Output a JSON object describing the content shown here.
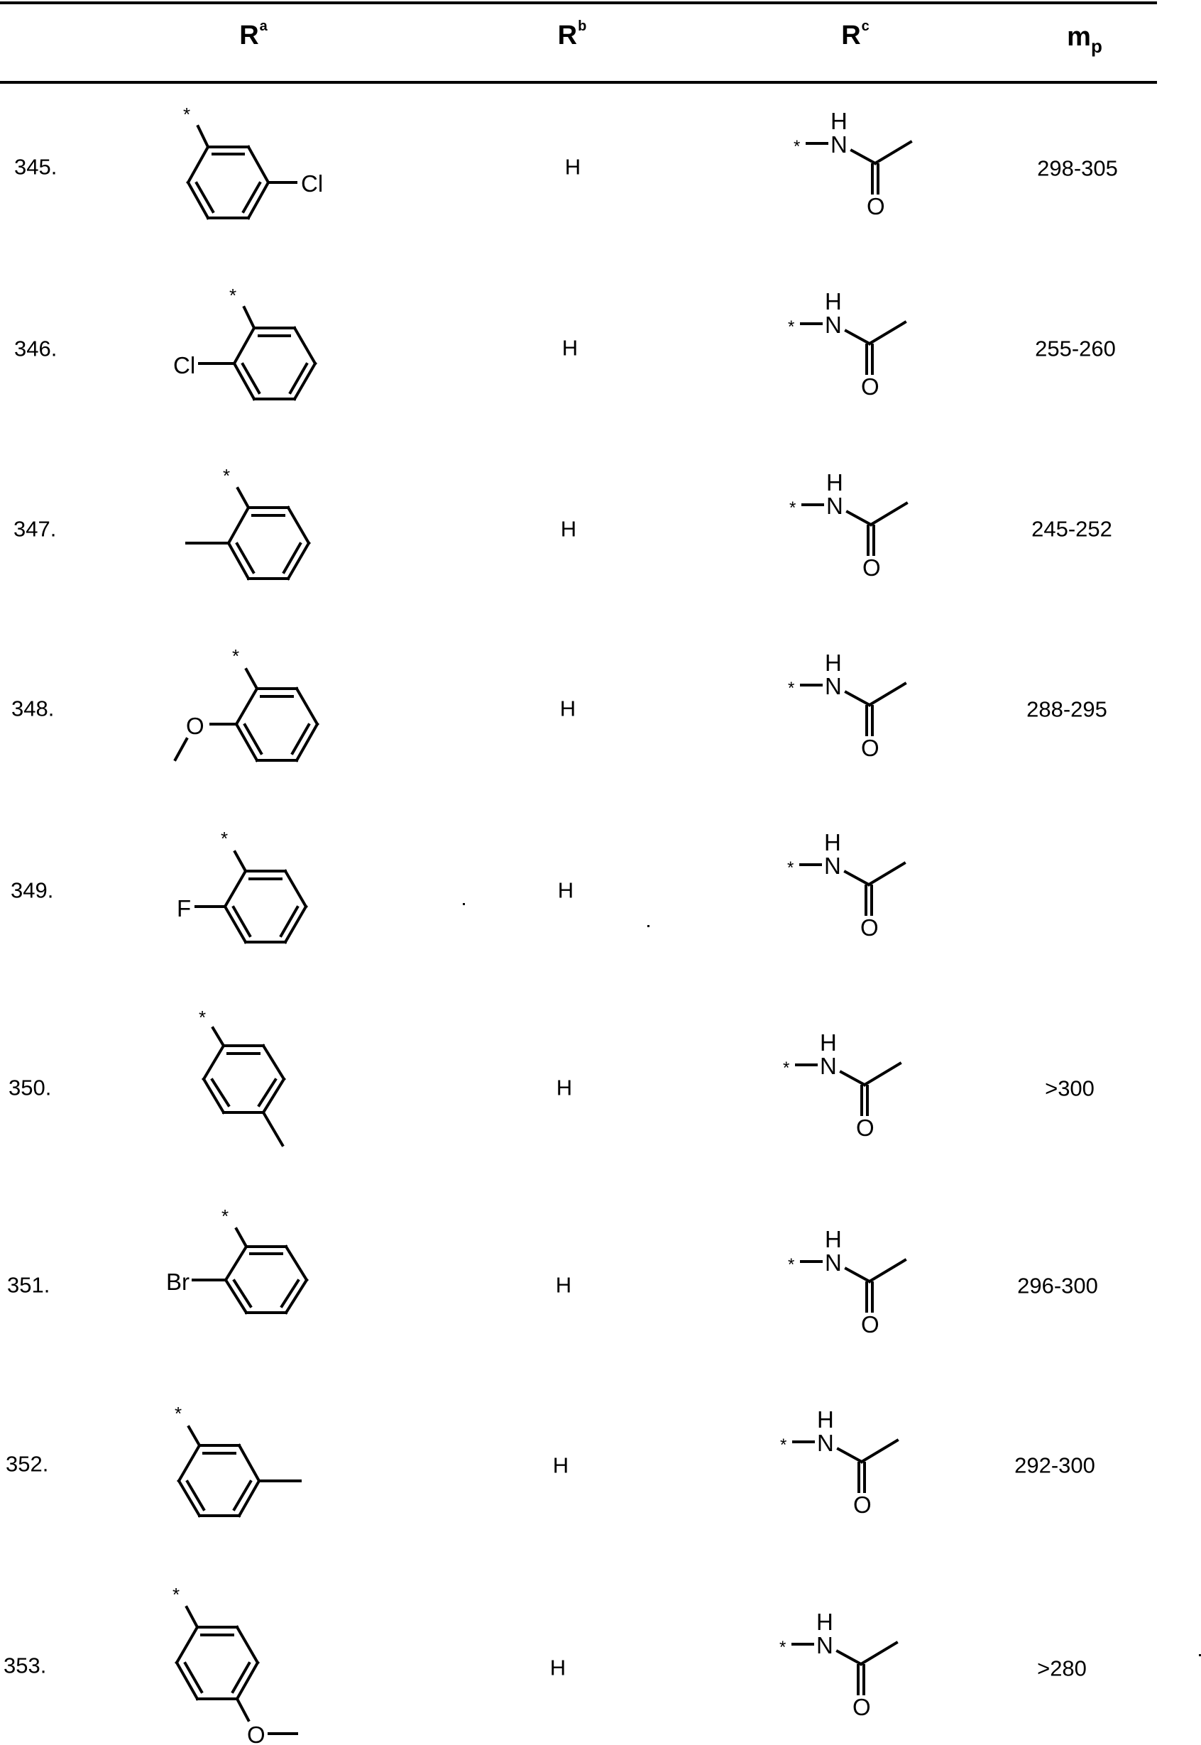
{
  "table": {
    "headers": {
      "ra": {
        "base": "R",
        "sup": "a"
      },
      "rb": {
        "base": "R",
        "sup": "b"
      },
      "rc": {
        "base": "R",
        "sup": "c"
      },
      "mp": {
        "base": "m",
        "sub": "p"
      }
    },
    "rows": [
      {
        "id": "345.",
        "ra": {
          "substituent": "Cl",
          "position": "meta",
          "label": "3-chlorophenyl"
        },
        "rb": "H",
        "rc": {
          "label": "*-NH-C(=O)-CH3",
          "h": "H",
          "n": "N",
          "o": "O",
          "star": "*"
        },
        "mp": "298-305"
      },
      {
        "id": "346.",
        "ra": {
          "substituent": "Cl",
          "position": "ortho",
          "label": "2-chlorophenyl"
        },
        "rb": "H",
        "rc": {
          "label": "*-NH-C(=O)-CH3",
          "h": "H",
          "n": "N",
          "o": "O",
          "star": "*"
        },
        "mp": "255-260"
      },
      {
        "id": "347.",
        "ra": {
          "substituent": "CH3",
          "position": "ortho",
          "label": "2-methylphenyl"
        },
        "rb": "H",
        "rc": {
          "label": "*-NH-C(=O)-CH3",
          "h": "H",
          "n": "N",
          "o": "O",
          "star": "*"
        },
        "mp": "245-252"
      },
      {
        "id": "348.",
        "ra": {
          "substituent": "O",
          "position": "ortho",
          "label": "2-methoxyphenyl"
        },
        "rb": "H",
        "rc": {
          "label": "*-NH-C(=O)-CH3",
          "h": "H",
          "n": "N",
          "o": "O",
          "star": "*"
        },
        "mp": "288-295"
      },
      {
        "id": "349.",
        "ra": {
          "substituent": "F",
          "position": "ortho",
          "label": "2-fluorophenyl"
        },
        "rb": "H",
        "rc": {
          "label": "*-NH-C(=O)-CH3",
          "h": "H",
          "n": "N",
          "o": "O",
          "star": "*"
        },
        "mp": ""
      },
      {
        "id": "350.",
        "ra": {
          "substituent": "CH3",
          "position": "para",
          "label": "4-methylphenyl"
        },
        "rb": "H",
        "rc": {
          "label": "*-NH-C(=O)-CH3",
          "h": "H",
          "n": "N",
          "o": "O",
          "star": "*"
        },
        "mp": ">300"
      },
      {
        "id": "351.",
        "ra": {
          "substituent": "Br",
          "position": "ortho",
          "label": "2-bromophenyl"
        },
        "rb": "H",
        "rc": {
          "label": "*-NH-C(=O)-CH3",
          "h": "H",
          "n": "N",
          "o": "O",
          "star": "*"
        },
        "mp": "296-300"
      },
      {
        "id": "352.",
        "ra": {
          "substituent": "CH3",
          "position": "meta",
          "label": "3-methylphenyl"
        },
        "rb": "H",
        "rc": {
          "label": "*-NH-C(=O)-CH3",
          "h": "H",
          "n": "N",
          "o": "O",
          "star": "*"
        },
        "mp": "292-300"
      },
      {
        "id": "353.",
        "ra": {
          "substituent": "O",
          "position": "para",
          "label": "4-methoxyphenyl"
        },
        "rb": "H",
        "rc": {
          "label": "*-NH-C(=O)-CH3",
          "h": "H",
          "n": "N",
          "o": "O",
          "star": "*"
        },
        "mp": ">280"
      }
    ]
  },
  "labels": {
    "star": "*",
    "cl": "Cl",
    "br": "Br",
    "f": "F",
    "o": "O"
  }
}
